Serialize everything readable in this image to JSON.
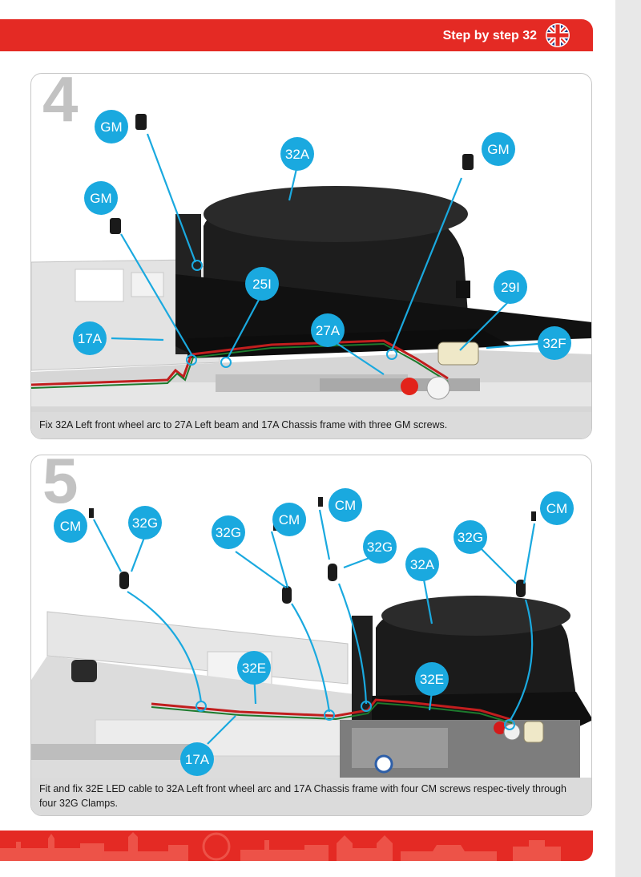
{
  "header": {
    "title": "Step by step 32",
    "accent_color": "#e42a24",
    "flag_icon": "uk-flag-icon"
  },
  "steps": [
    {
      "number": "4",
      "labels": [
        "GM",
        "GM",
        "GM",
        "32A",
        "25I",
        "27A",
        "17A",
        "29I",
        "32F"
      ],
      "caption": "Fix 32A Left front wheel arc to 27A Left beam and 17A Chassis frame with three GM screws."
    },
    {
      "number": "5",
      "labels": [
        "CM",
        "CM",
        "CM",
        "CM",
        "32G",
        "32G",
        "32G",
        "32G",
        "32A",
        "32E",
        "32E",
        "17A"
      ],
      "caption": "Fit and fix 32E LED cable to 32A Left front wheel arc and 17A Chassis frame with four CM screws respec-tively through four 32G Clamps."
    }
  ],
  "colors": {
    "callout": "#1aa9df",
    "caption_bg": "#dbdbdb",
    "step_number": "#c2c2c2"
  }
}
